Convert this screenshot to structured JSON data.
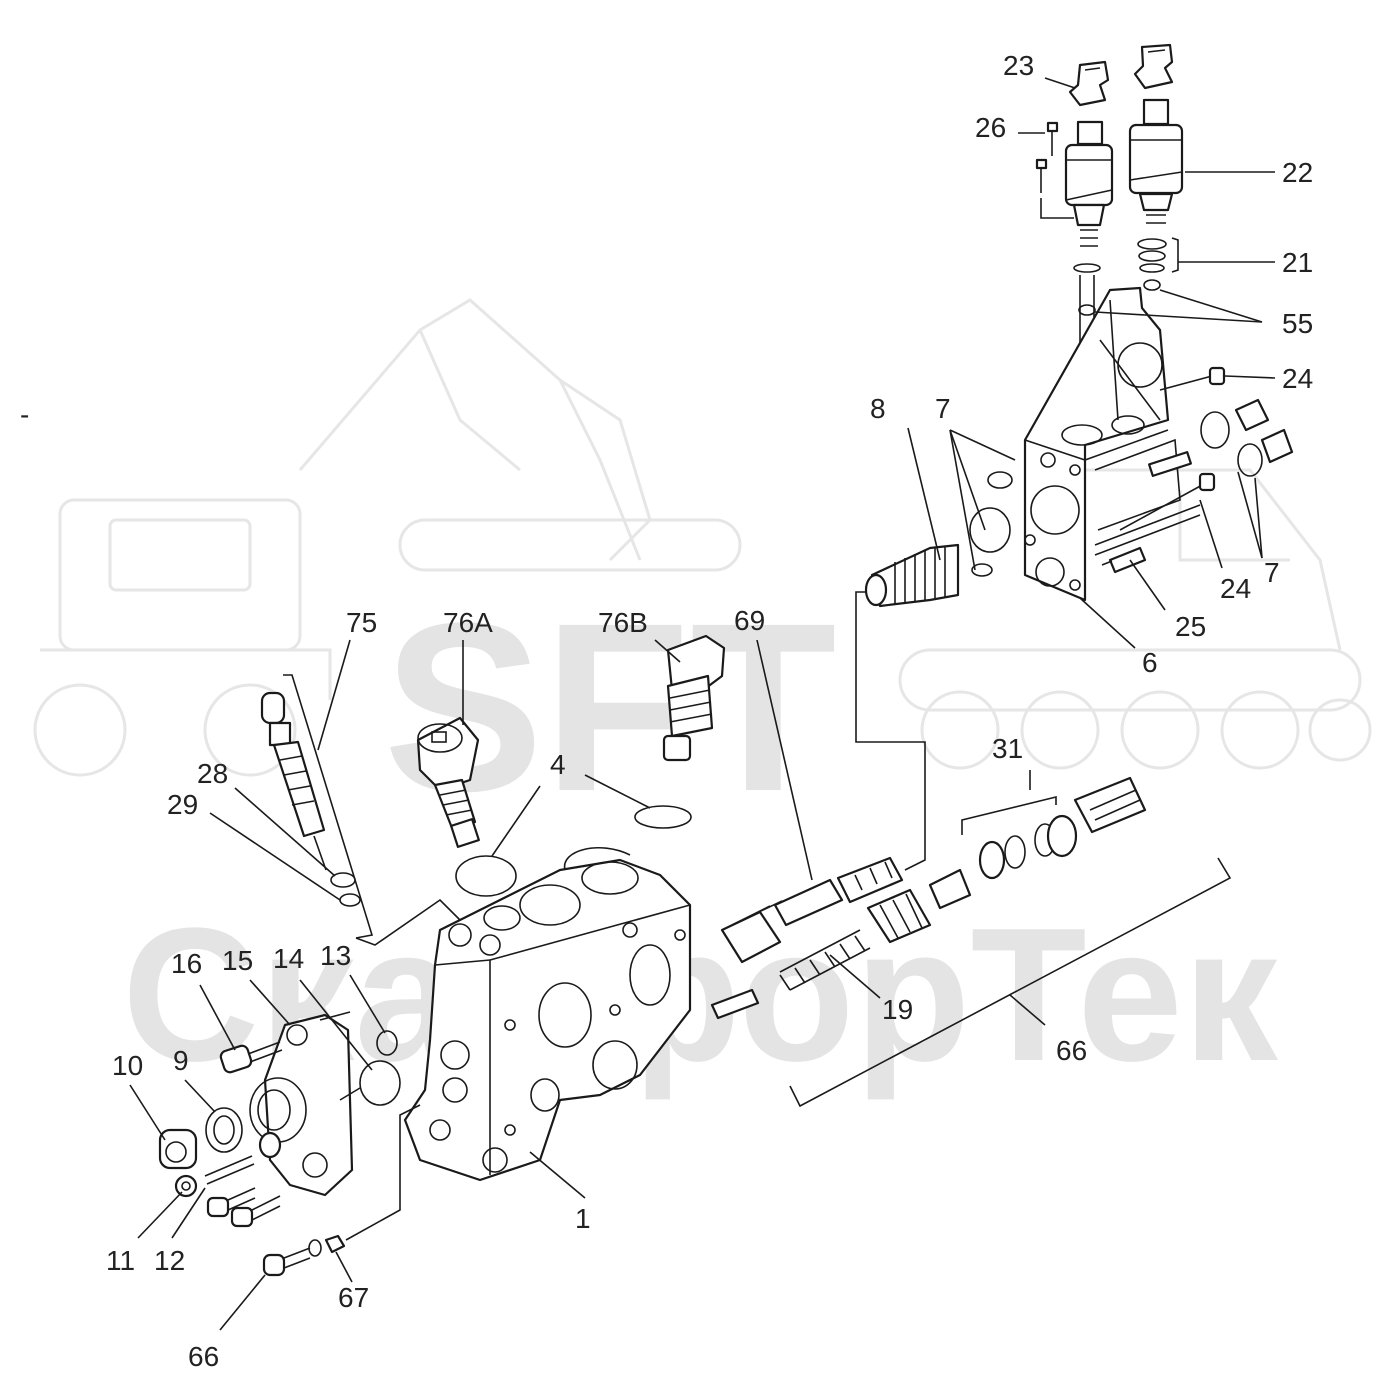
{
  "watermark": {
    "brand": "SFT",
    "company": "СканфорТек"
  },
  "corner_mark": "-",
  "callouts": [
    {
      "id": "c23",
      "text": "23"
    },
    {
      "id": "c26",
      "text": "26"
    },
    {
      "id": "c22",
      "text": "22"
    },
    {
      "id": "c21",
      "text": "21"
    },
    {
      "id": "c55",
      "text": "55"
    },
    {
      "id": "c24a",
      "text": "24"
    },
    {
      "id": "c8",
      "text": "8"
    },
    {
      "id": "c7a",
      "text": "7"
    },
    {
      "id": "c24b",
      "text": "24"
    },
    {
      "id": "c7b",
      "text": "7"
    },
    {
      "id": "c25",
      "text": "25"
    },
    {
      "id": "c6",
      "text": "6"
    },
    {
      "id": "c75",
      "text": "75"
    },
    {
      "id": "c76A",
      "text": "76A"
    },
    {
      "id": "c76B",
      "text": "76B"
    },
    {
      "id": "c69",
      "text": "69"
    },
    {
      "id": "c31",
      "text": "31"
    },
    {
      "id": "c4",
      "text": "4"
    },
    {
      "id": "c28",
      "text": "28"
    },
    {
      "id": "c29",
      "text": "29"
    },
    {
      "id": "c19",
      "text": "19"
    },
    {
      "id": "c66a",
      "text": "66"
    },
    {
      "id": "c16",
      "text": "16"
    },
    {
      "id": "c15",
      "text": "15"
    },
    {
      "id": "c14",
      "text": "14"
    },
    {
      "id": "c13",
      "text": "13"
    },
    {
      "id": "c10",
      "text": "10"
    },
    {
      "id": "c9",
      "text": "9"
    },
    {
      "id": "c1",
      "text": "1"
    },
    {
      "id": "c11",
      "text": "11"
    },
    {
      "id": "c12",
      "text": "12"
    },
    {
      "id": "c67",
      "text": "67"
    },
    {
      "id": "c66b",
      "text": "66"
    }
  ]
}
